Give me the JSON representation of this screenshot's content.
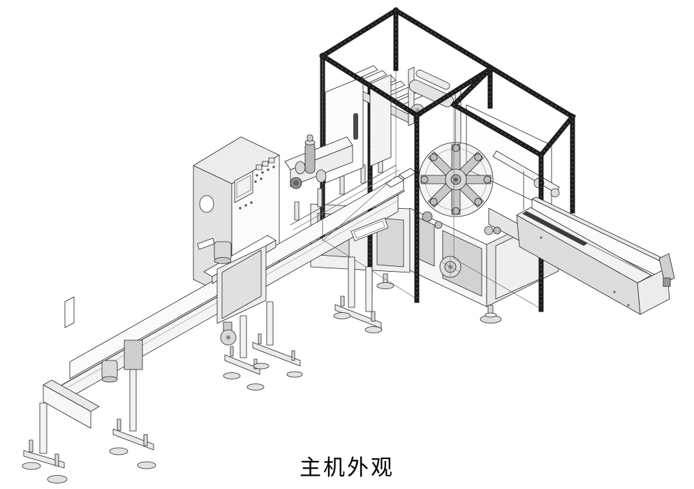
{
  "figure": {
    "caption": "主机外观"
  },
  "palette": {
    "background": "#ffffff",
    "line": "#1a1a1a",
    "frame_dark": "#1c1c1c",
    "panel_light": "#f4f4f4",
    "panel_mid": "#dcdcdc",
    "panel_dark": "#c2c2c2",
    "glass": "rgba(205,210,212,0.18)"
  },
  "components": [
    {
      "name": "control-cabinet"
    },
    {
      "name": "cabinet-screen"
    },
    {
      "name": "machine-base"
    },
    {
      "name": "infeed-conveyor"
    },
    {
      "name": "conveyor-legs"
    },
    {
      "name": "leveling-feet"
    },
    {
      "name": "carton-magazine"
    },
    {
      "name": "film-roller-unit"
    },
    {
      "name": "rotary-carton-wheel"
    },
    {
      "name": "safety-enclosure-frame"
    },
    {
      "name": "enclosure-glass-panels"
    },
    {
      "name": "outfeed-conveyor"
    },
    {
      "name": "infeed-head-unit"
    },
    {
      "name": "figure-caption"
    }
  ]
}
